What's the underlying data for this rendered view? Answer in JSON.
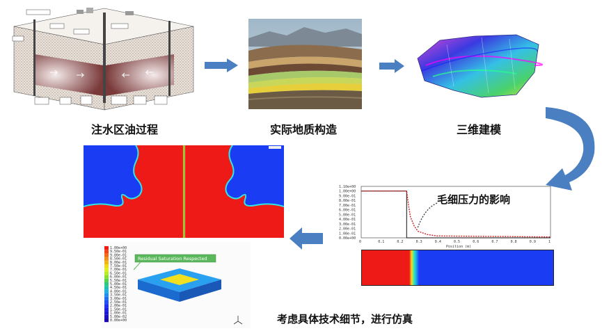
{
  "captions": {
    "water_flooding": "注水区油过程",
    "actual_geology": "实际地质构造",
    "modeling_3d": "三维建模",
    "capillary": "毛细压力的影响",
    "consider_details": "考虑具体技术细节，进行仿真"
  },
  "capillary_chart": {
    "xlabel": "Position (m)",
    "y_ticks": [
      "1.10e+00",
      "1.00e+00",
      "9.00e-01",
      "8.00e-01",
      "7.00e-01",
      "6.00e-01",
      "5.00e-01",
      "4.00e-01",
      "3.00e-01",
      "2.00e-01",
      "1.00e-01",
      "0.00e+00"
    ],
    "x_ticks": [
      "0",
      "0.1",
      "0.2",
      "0.3",
      "0.4",
      "0.5",
      "0.6",
      "0.7",
      "0.8",
      "0.9",
      "1"
    ],
    "chart_data": {
      "type": "line",
      "xlabel": "Position (m)",
      "ylabel": "",
      "xlim": [
        0,
        1
      ],
      "ylim": [
        0,
        1.1
      ],
      "series": [
        {
          "x": [
            0,
            0.24,
            0.24,
            1
          ],
          "y": [
            1.0,
            1.0,
            0,
            0
          ],
          "style": "solid-black"
        },
        {
          "x": [
            0,
            0.24,
            0.25,
            0.26,
            0.28,
            0.3,
            0.35,
            0.4,
            1.0
          ],
          "y": [
            1.0,
            1.0,
            0.7,
            0.45,
            0.25,
            0.14,
            0.07,
            0.04,
            0.02
          ],
          "style": "dashed-red-dotted"
        }
      ]
    }
  },
  "residual": {
    "label": "Residual Saturation Respected",
    "legend": [
      "1.00e+00",
      "9.50e-01",
      "9.00e-01",
      "8.50e-01",
      "8.00e-01",
      "7.50e-01",
      "7.00e-01",
      "6.50e-01",
      "6.00e-01",
      "5.50e-01",
      "5.00e-01",
      "4.50e-01",
      "4.00e-01",
      "3.50e-01",
      "3.00e-01",
      "2.50e-01",
      "2.00e-01",
      "1.50e-01",
      "1.00e-01",
      "5.00e-02",
      "0.00e+00"
    ]
  },
  "colors": {
    "arrow": "#4a7fc1",
    "oil_red": "#ee1a17",
    "water_blue": "#1a3cf2",
    "green_label": "#5cb85c"
  }
}
